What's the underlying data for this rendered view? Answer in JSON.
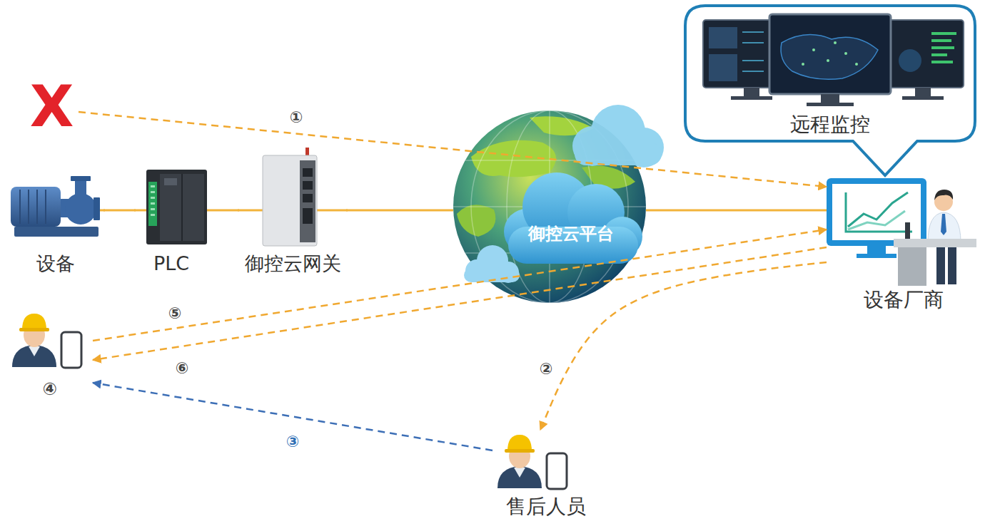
{
  "diagram": {
    "nodes": [
      {
        "text": [
          "设备"
        ]
      },
      {
        "text": [
          "PLC"
        ]
      },
      {
        "text": [
          "御控云网关"
        ]
      },
      {
        "text": [
          "御控云平台"
        ]
      },
      {
        "text": [
          "设备厂商"
        ]
      },
      {
        "text": [
          "远程监控"
        ]
      },
      {
        "text": [
          "X"
        ]
      },
      {
        "text": [
          "④"
        ]
      },
      {
        "text": [
          "售后人员"
        ]
      }
    ],
    "edges": [
      {
        "from": 0,
        "to": 1,
        "arrow": "none"
      },
      {
        "from": 1,
        "to": 2,
        "arrow": "none"
      },
      {
        "from": 2,
        "to": 3,
        "arrow": "none"
      },
      {
        "from": 3,
        "to": 4,
        "arrow": "none"
      },
      {
        "from": 6,
        "to": 4,
        "label": "①",
        "arrow": "to"
      },
      {
        "from": 7,
        "to": 4,
        "label": "⑤",
        "arrow": "to"
      },
      {
        "from": 4,
        "to": 7,
        "label": "⑥",
        "arrow": "to"
      },
      {
        "from": 4,
        "to": 8,
        "label": "②",
        "arrow": "to"
      },
      {
        "from": 8,
        "to": 7,
        "label": "③",
        "arrow": "to"
      }
    ]
  }
}
